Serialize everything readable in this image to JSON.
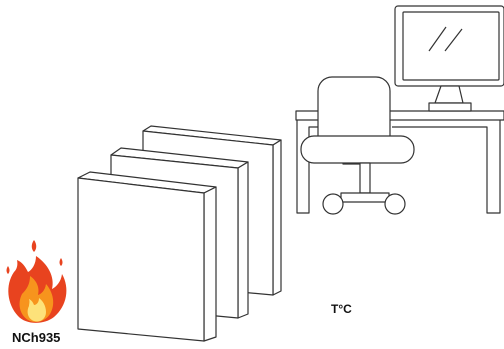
{
  "labels": {
    "standard": "NCh935",
    "temperature": "T°C"
  },
  "icons": {
    "fire": "fire-icon",
    "panels": "insulation-panel-stack",
    "chair": "office-chair-icon",
    "desk": "desk-icon",
    "monitor": "monitor-icon"
  },
  "colors": {
    "outline": "#333333",
    "fire_outer": "#e8431f",
    "fire_middle": "#f7941d",
    "fire_inner": "#fde27a",
    "background": "#ffffff"
  }
}
